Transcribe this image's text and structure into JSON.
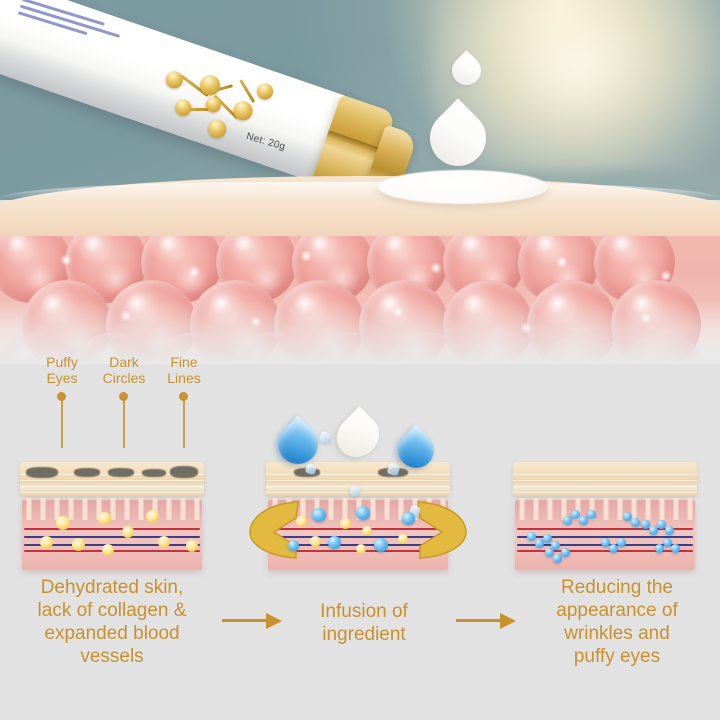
{
  "scene": {
    "background_top_color": "#7b9aa0",
    "background_bottom_color": "#e2e2e2",
    "accent_gold": "#c8912e",
    "skin_color": "#f5ddc4",
    "cell_color": "#ef9f99"
  },
  "product": {
    "net_weight": "Net: 20g",
    "tube_color": "#ffffff",
    "cap_color": "#d9b35a"
  },
  "callouts": [
    {
      "label": "Puffy\nEyes"
    },
    {
      "label": "Dark\nCircles"
    },
    {
      "label": "Fine\nLines"
    }
  ],
  "steps": [
    {
      "caption": "Dehydrated skin,\nlack of collagen &\nexpanded blood\nvessels"
    },
    {
      "caption": "Infusion of\ningredient"
    },
    {
      "caption": "Reducing the\nappearance of\nwrinkles and\npuffy eyes"
    }
  ],
  "arrows": [
    {
      "name": "step-arrow-1"
    },
    {
      "name": "step-arrow-2"
    }
  ]
}
